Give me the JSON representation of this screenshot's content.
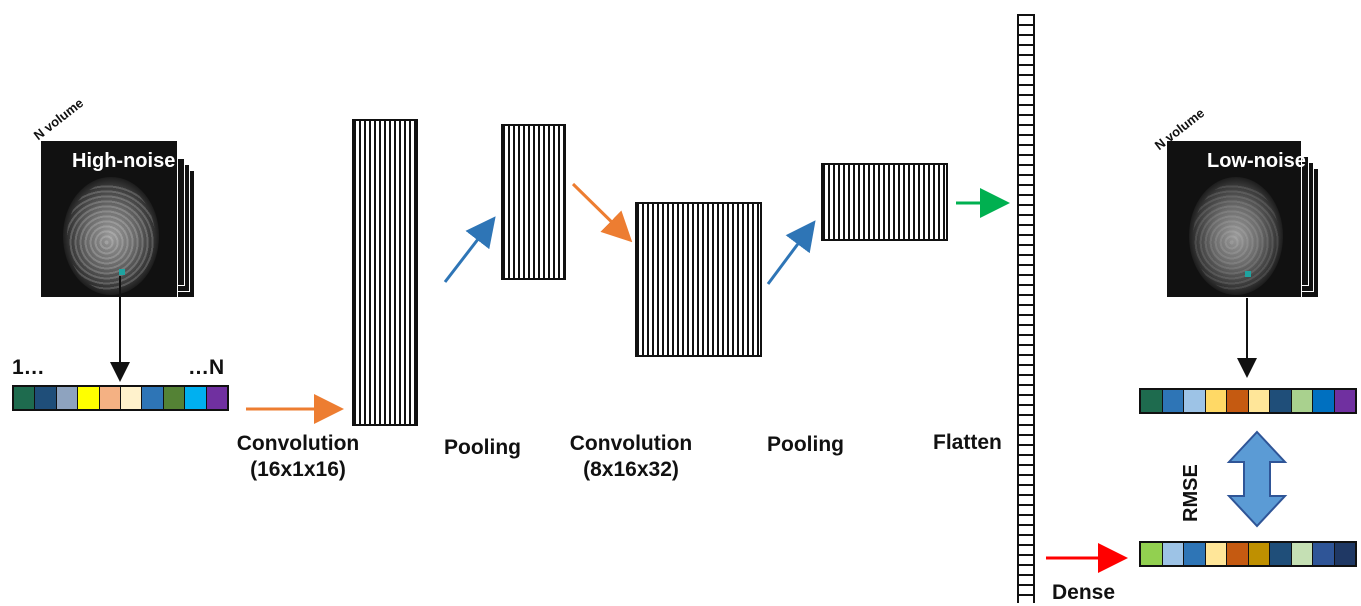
{
  "input": {
    "stack_label": "N volume",
    "image_title": "High-noise",
    "vector_start": "1…",
    "vector_end": "…N",
    "vector_colors": [
      "#1e6b4e",
      "#1f4e79",
      "#8ea3bf",
      "#ffff00",
      "#f4b183",
      "#fff2cc",
      "#2e75b6",
      "#548235",
      "#00b0f0",
      "#7030a0"
    ]
  },
  "layers": {
    "conv1": {
      "line1": "Convolution",
      "line2": "(16x1x16)"
    },
    "pool1": {
      "line1": "Pooling"
    },
    "conv2": {
      "line1": "Convolution",
      "line2": "(8x16x32)"
    },
    "pool2": {
      "line1": "Pooling"
    },
    "flatten": {
      "line1": "Flatten"
    },
    "dense": {
      "line1": "Dense"
    }
  },
  "output": {
    "stack_label": "N volume",
    "image_title": "Low-noise",
    "target_colors": [
      "#1e6b4e",
      "#2e75b6",
      "#9dc3e6",
      "#ffd966",
      "#c55a11",
      "#ffe699",
      "#1f4e79",
      "#a9d18e",
      "#0070c0",
      "#7030a0"
    ],
    "predicted_colors": [
      "#92d050",
      "#9dc3e6",
      "#2e75b6",
      "#ffe699",
      "#c55a11",
      "#bf9000",
      "#1f4e79",
      "#c5e0b4",
      "#2f5597",
      "#1f3864"
    ],
    "loss_label": "RMSE"
  },
  "colors": {
    "arrow_orange": "#ed7d31",
    "arrow_blue": "#2e75b6",
    "arrow_green": "#00b050",
    "arrow_red": "#ff0000",
    "double_arrow": "#5b9bd5"
  }
}
